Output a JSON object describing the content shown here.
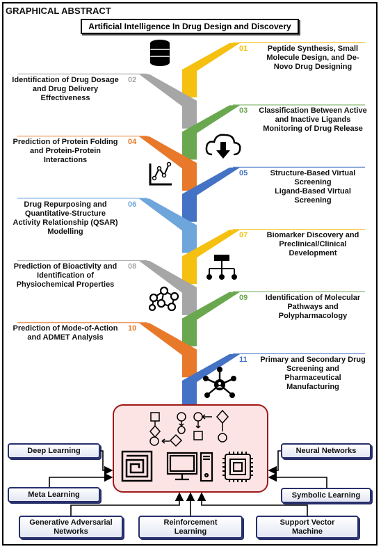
{
  "header": {
    "label": "GRAPHICAL ABSTRACT",
    "title": "Artificial Intelligence In Drug Design and Discovery"
  },
  "steps": [
    {
      "num": "01",
      "side": "right",
      "color": "#f5c010",
      "text_lines": [
        "Peptide Synthesis, Small",
        "Molecule Design, and De-",
        "Novo Drug Designing"
      ]
    },
    {
      "num": "02",
      "side": "left",
      "color": "#a6a6a6",
      "text_lines": [
        "Identification of Drug Dosage",
        "and Drug Delivery",
        "Effectiveness"
      ]
    },
    {
      "num": "03",
      "side": "right",
      "color": "#6aa84f",
      "text_lines": [
        "Classification Between Active",
        "and Inactive Ligands",
        "Monitoring of Drug Release"
      ]
    },
    {
      "num": "04",
      "side": "left",
      "color": "#e8792b",
      "text_lines": [
        "Prediction of Protein Folding",
        "and Protein-Protein",
        "Interactions"
      ]
    },
    {
      "num": "05",
      "side": "right",
      "color": "#4472c4",
      "text_lines": [
        "Structure-Based Virtual",
        "Screening",
        "Ligand-Based Virtual",
        "Screening"
      ]
    },
    {
      "num": "06",
      "side": "left",
      "color": "#6ea6dc",
      "text_lines": [
        "Drug Repurposing and",
        "Quantitative-Structure",
        "Activity Relationship (QSAR)",
        "Modelling"
      ]
    },
    {
      "num": "07",
      "side": "right",
      "color": "#f5c010",
      "text_lines": [
        "Biomarker Discovery and",
        "Preclinical/Clinical",
        "Development"
      ]
    },
    {
      "num": "08",
      "side": "left",
      "color": "#a6a6a6",
      "text_lines": [
        "Prediction of Bioactivity and",
        "Identification of",
        "Physiochemical Properties"
      ]
    },
    {
      "num": "09",
      "side": "right",
      "color": "#6aa84f",
      "text_lines": [
        "Identification of Molecular",
        "Pathways and",
        "Polypharmacology"
      ]
    },
    {
      "num": "10",
      "side": "left",
      "color": "#e8792b",
      "text_lines": [
        "Prediction of Mode-of-Action",
        "and ADMET Analysis"
      ]
    },
    {
      "num": "11",
      "side": "right",
      "color": "#4472c4",
      "text_lines": [
        "Primary and Secondary Drug",
        "Screening and",
        "Pharmaceutical",
        "Manufacturing"
      ]
    }
  ],
  "icons": [
    "database-icon",
    "cloud-download-icon",
    "line-chart-icon",
    "hierarchy-icon",
    "molecule-network-icon",
    "hub-network-icon",
    "flowchart-icon",
    "maze-icon",
    "computer-icon",
    "chip-icon"
  ],
  "methods": {
    "deep_learning": "Deep Learning",
    "meta_learning": "Meta Learning",
    "gan": [
      "Generative Adversarial",
      "Networks"
    ],
    "reinforcement": [
      "Reinforcement",
      "Learning"
    ],
    "svm": [
      "Support Vector",
      "Machine"
    ],
    "neural_networks": "Neural Networks",
    "symbolic_learning": "Symbolic Learning"
  }
}
